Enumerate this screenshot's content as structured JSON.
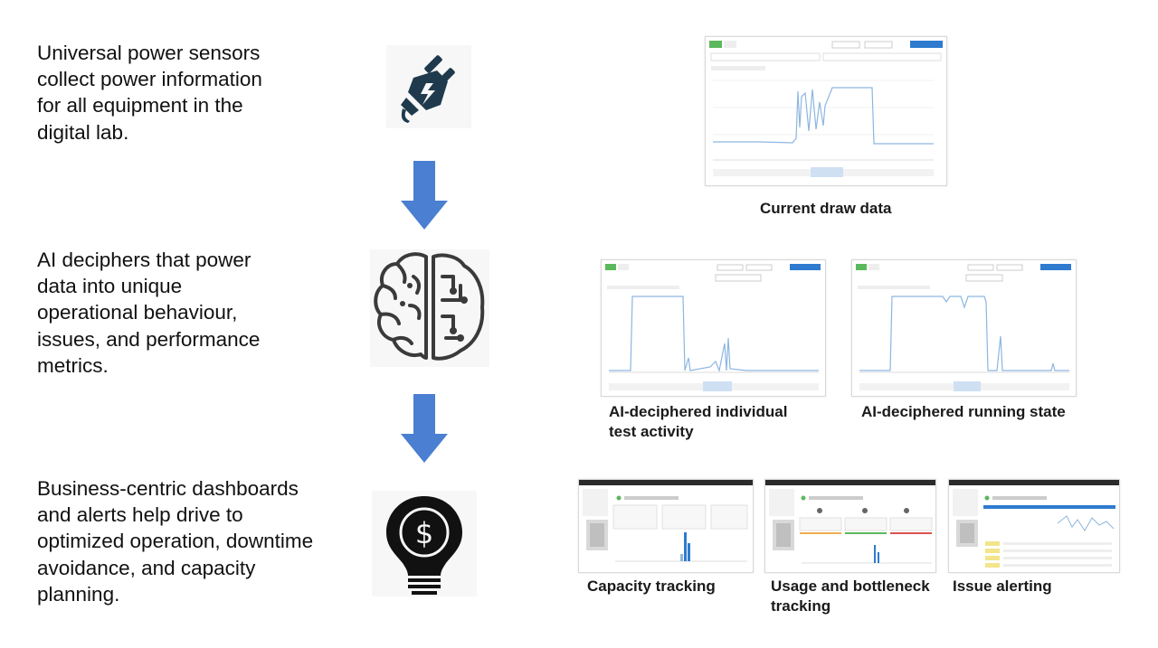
{
  "steps": [
    {
      "text": "Universal power sensors\ncollect power information\nfor all equipment in the\ndigital lab.",
      "icon": "power-plug-icon"
    },
    {
      "text": "AI deciphers that power\ndata into unique\noperational behaviour,\nissues, and performance\nmetrics.",
      "icon": "brain-circuit-icon"
    },
    {
      "text": "Business-centric dashboards\nand alerts help drive to\noptimized operation, downtime\navoidance, and capacity\nplanning.",
      "icon": "lightbulb-dollar-icon"
    }
  ],
  "captions": {
    "current_draw": "Current draw data",
    "individual_test": "AI-deciphered individual\ntest activity",
    "running_state": "AI-deciphered running state",
    "capacity": "Capacity tracking",
    "usage": "Usage and bottleneck\ntracking",
    "alerting": "Issue alerting"
  },
  "colors": {
    "arrow": "#4a7fd1",
    "icon_dark": "#1e3a4c",
    "chart_line": "#8db6e0",
    "accent_green": "#5cb85c",
    "accent_blue": "#2e7bcf"
  }
}
